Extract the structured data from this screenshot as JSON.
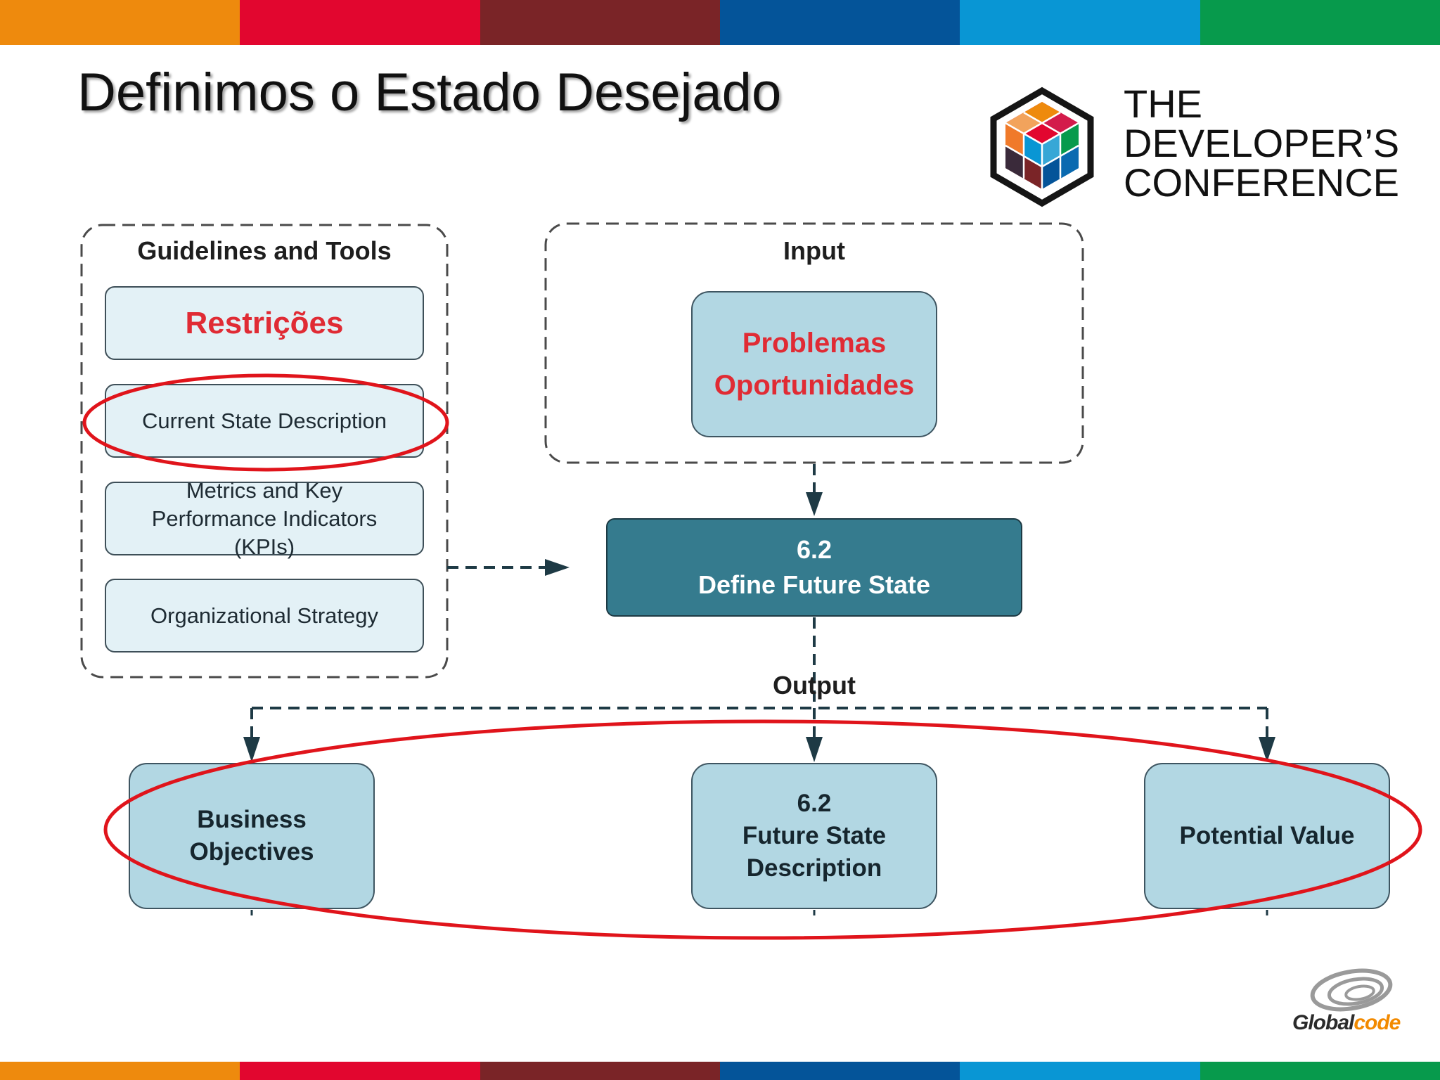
{
  "title": "Definimos o Estado Desejado",
  "logo": {
    "line1": "THE",
    "line2": "DEVELOPER’S",
    "line3": "CONFERENCE",
    "icon": "cube-logo-icon"
  },
  "colors": {
    "orange": "#ee8a0d",
    "red": "#e2062f",
    "maroon": "#7a2427",
    "blue": "#045499",
    "light_blue": "#0996d4",
    "green": "#079a4c",
    "highlight_red": "#e0141b"
  },
  "guidelines": {
    "heading": "Guidelines and Tools",
    "items": [
      "Restrições",
      "Current State Description",
      "Metrics and Key Performance Indicators (KPIs)",
      "Organizational Strategy"
    ]
  },
  "input": {
    "heading": "Input",
    "line1": "Problemas",
    "line2": "Oportunidades"
  },
  "task": {
    "number": "6.2",
    "name": "Define Future State"
  },
  "output": {
    "heading": "Output",
    "items": [
      {
        "line1": "Business",
        "line2": "Objectives"
      },
      {
        "line0": "6.2",
        "line1": "Future State",
        "line2": "Description"
      },
      {
        "line1": "Potential Value"
      }
    ]
  },
  "footer": {
    "brand_main": "Global",
    "brand_accent": "code",
    "icon": "swirl-logo-icon"
  }
}
